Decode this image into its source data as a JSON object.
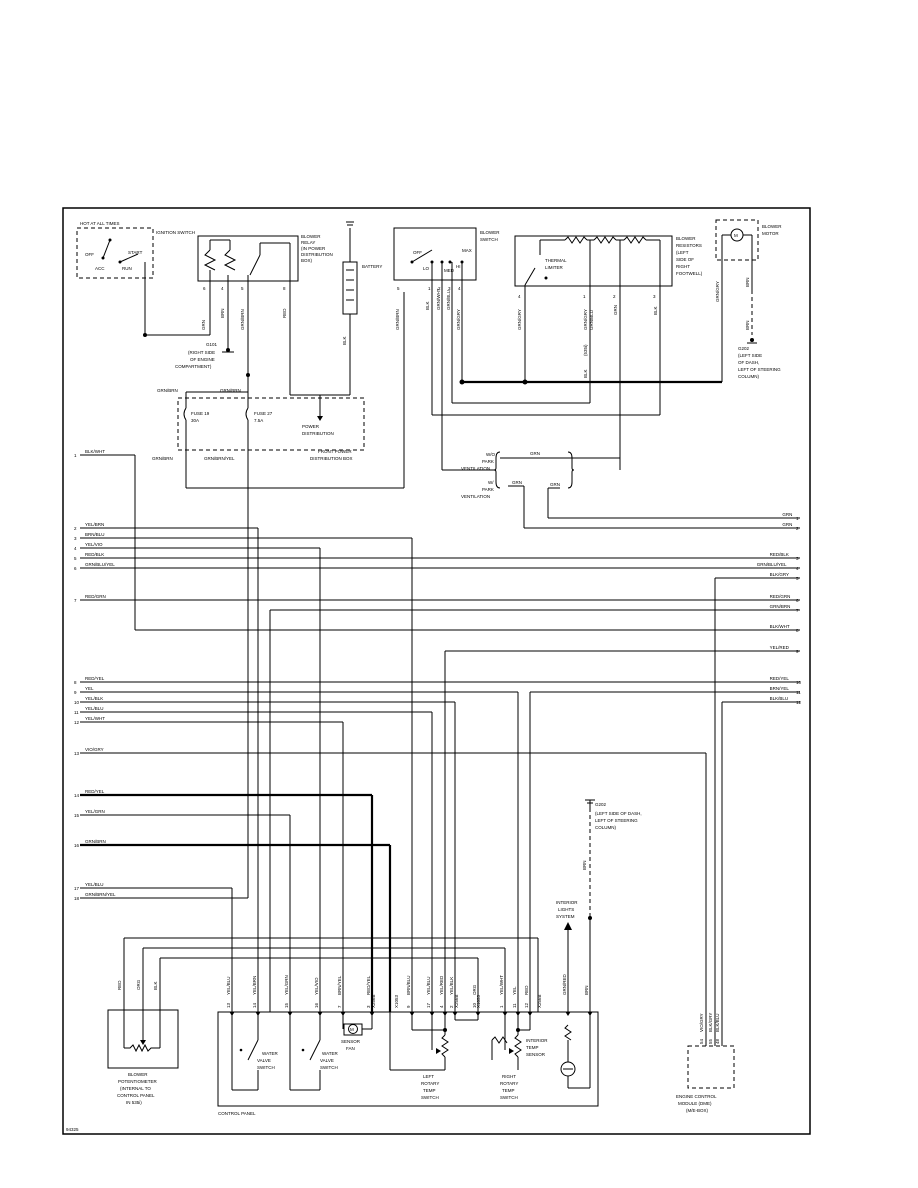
{
  "figure_id": "94325",
  "components": {
    "ignition_switch": {
      "name": "IGNITION SWITCH",
      "hot_label": "HOT AT ALL TIMES",
      "off": "OFF",
      "acc": "ACC",
      "start": "START",
      "run": "RUN"
    },
    "blower_relay": {
      "lines": [
        "BLOWER",
        "RELAY",
        "(IN POWER",
        "DISTRIBUTION",
        "BOX)"
      ]
    },
    "battery": "BATTERY",
    "blower_switch": {
      "lines": [
        "BLOWER",
        "SWITCH"
      ],
      "off": "OFF",
      "lo": "LO",
      "med": "MED",
      "hi": "HI",
      "max": "MAX"
    },
    "thermal_limiter": [
      "THERMAL",
      "LIMITER"
    ],
    "blower_resistors": [
      "BLOWER",
      "RESISTORS",
      "(LEFT",
      "SIDE OF",
      "RIGHT",
      "FOOTWELL)"
    ],
    "blower_motor": [
      "BLOWER",
      "MOTOR"
    ],
    "g202_top": [
      "G202",
      "(LEFT SIDE",
      "OF DASH,",
      "LEFT OF STEERING",
      "COLUMN)"
    ],
    "g101": [
      "G101",
      "(RIGHT SIDE",
      "OF ENGINE",
      "COMPARTMENT)"
    ],
    "fuse19": [
      "FUSE 19",
      "30A"
    ],
    "fuse27": [
      "FUSE 27",
      "7.5A"
    ],
    "power_distribution": [
      "POWER",
      "DISTRIBUTION"
    ],
    "front_power_box": [
      "FRONT POWER",
      "DISTRIBUTION BOX"
    ],
    "park_wo": [
      "W/O",
      "PARK",
      "VENTILATION"
    ],
    "park_w": [
      "W/",
      "PARK",
      "VENTILATION"
    ],
    "g202_bottom": [
      "G202",
      "(LEFT SIDE OF DASH,",
      "LEFT OF STEERING",
      "COLUMN)"
    ],
    "interior_lights": [
      "INTERIOR",
      "LIGHTS",
      "SYSTEM"
    ],
    "blower_potentiometer": [
      "BLOWER",
      "POTENTIOMETER",
      "(INTERNAL TO",
      "CONTROL PANEL",
      "IN 535i)"
    ],
    "water_valve_1": [
      "WATER",
      "VALVE",
      "SWITCH"
    ],
    "water_valve_2": [
      "WATER",
      "VALVE",
      "SWITCH"
    ],
    "sensor_fan": [
      "SENSOR",
      "FAN"
    ],
    "left_rotary": [
      "LEFT",
      "ROTARY",
      "TEMP",
      "SWITCH"
    ],
    "right_rotary": [
      "RIGHT",
      "ROTARY",
      "TEMP",
      "SWITCH"
    ],
    "interior_temp": [
      "INTERIOR",
      "TEMP",
      "SENSOR"
    ],
    "control_panel": "CONTROL PANEL",
    "ecm": [
      "ENGINE CONTROL",
      "MODULE (DME)",
      "(M/E-BOX)"
    ]
  },
  "wires": {
    "blk": "BLK",
    "brn": "BRN",
    "grn": "GRN",
    "red": "RED",
    "grn_brn": "GRN/BRN",
    "grn_brn_yel": "GRN/BRN/YEL",
    "blk_wht": "BLK/WHT",
    "grn_gry": "GRN/GRY",
    "grn_wht": "GRN/WHT",
    "grn_blu": "GRN/BLU",
    "blk_blu": "BLK/BLU",
    "grn_red": "GRN/RED",
    "brn_yel": "BRN/YEL",
    "brn_blu": "BRN/BLU",
    "vio_gry": "VIO/GRY",
    "blk_gry": "BLK/GRY",
    "yel_red": "YEL/RED",
    "note_535i": "(535i)"
  },
  "left_wires": [
    {
      "num": "1",
      "label": "BLK/WHT"
    },
    {
      "num": "2",
      "label": "YEL/BRN"
    },
    {
      "num": "3",
      "label": "BRN/BLU"
    },
    {
      "num": "4",
      "label": "YEL/VIO"
    },
    {
      "num": "5",
      "label": "RED/BLK"
    },
    {
      "num": "6",
      "label": "GRN/BLU/YEL"
    },
    {
      "num": "7",
      "label": "RED/GRN"
    },
    {
      "num": "8",
      "label": "RED/YEL"
    },
    {
      "num": "9",
      "label": "YEL"
    },
    {
      "num": "10",
      "label": "YEL/BLK"
    },
    {
      "num": "11",
      "label": "YEL/BLU"
    },
    {
      "num": "12",
      "label": "YEL/WHT"
    },
    {
      "num": "13",
      "label": "VIO/GRY"
    },
    {
      "num": "14",
      "label": "RED/YEL"
    },
    {
      "num": "15",
      "label": "YEL/GRN"
    },
    {
      "num": "16",
      "label": "GRN/BRN"
    },
    {
      "num": "17",
      "label": "YEL/BLU"
    },
    {
      "num": "18",
      "label": "GRN/BRN/YEL"
    }
  ],
  "right_wires": [
    {
      "num": "1",
      "label": "GRN"
    },
    {
      "num": "2",
      "label": "GRN"
    },
    {
      "num": "3",
      "label": "RED/BLK"
    },
    {
      "num": "4",
      "label": "GRN/BLU/YEL"
    },
    {
      "num": "5",
      "label": "BLK/GRY"
    },
    {
      "num": "6",
      "label": "RED/GRN"
    },
    {
      "num": "7",
      "label": "GRN/BRN"
    },
    {
      "num": "8",
      "label": "BLK/WHT"
    },
    {
      "num": "9",
      "label": "YEL/RED"
    },
    {
      "num": "10",
      "label": "RED/YEL"
    },
    {
      "num": "11",
      "label": "BRN/YEL"
    },
    {
      "num": "12",
      "label": "BLK/BLU"
    }
  ],
  "bottom_pins": [
    {
      "pin": "13",
      "wire": "YEL/BLU"
    },
    {
      "pin": "14",
      "wire": "YEL/BRN"
    },
    {
      "pin": "15",
      "wire": "YEL/GRN"
    },
    {
      "pin": "16",
      "wire": "YEL/VIO"
    },
    {
      "pin": "7",
      "wire": "BRN/YEL"
    },
    {
      "pin": "3",
      "wire": "RED/YEL"
    },
    {
      "pin": "9",
      "wire": "BRN/BLU"
    },
    {
      "pin": "17",
      "wire": "YEL/BLU"
    },
    {
      "pin": "4",
      "wire": "YEL/RED"
    },
    {
      "pin": "2",
      "wire": "YEL/BLK"
    },
    {
      "pin": "10",
      "wire": "ORG"
    },
    {
      "pin": "1",
      "wire": "YEL/WHT"
    },
    {
      "pin": "11",
      "wire": "YEL"
    },
    {
      "pin": "12",
      "wire": "RED"
    },
    {
      "pin": "",
      "wire": "GRN/RED"
    },
    {
      "pin": "",
      "wire": "BRN"
    }
  ],
  "pot_wires": [
    "RED",
    "ORG",
    "BLK"
  ],
  "ecm_pins": [
    {
      "pin": "54",
      "wire": "VIO/GRY"
    },
    {
      "pin": "55",
      "wire": "BLK/GRY"
    },
    {
      "pin": "48",
      "wire": "BLK/BLU"
    }
  ],
  "connectors": [
    "X256B",
    "X1053",
    "X256B",
    "X1053",
    "X256B"
  ]
}
